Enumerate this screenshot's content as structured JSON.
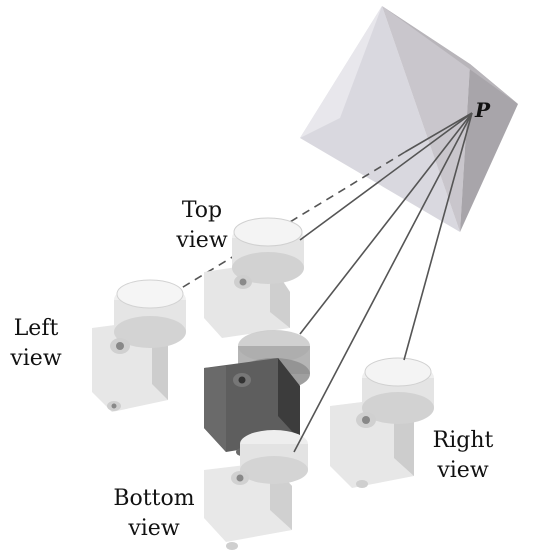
{
  "figure": {
    "point_label": "P",
    "labels": {
      "top": [
        "Top",
        "view"
      ],
      "left": [
        "Left",
        "view"
      ],
      "bottom": [
        "Bottom",
        "view"
      ],
      "right": [
        "Right",
        "view"
      ]
    }
  },
  "colors": {
    "pyramid_light": "#dcdce3",
    "pyramid_mid": "#c4c2c9",
    "pyramid_dark": "#a9a6ab",
    "part_light": "#ececec",
    "part_mid": "#d6d6d6",
    "part_dark": "#bdbdbd",
    "center_part_front": "#5f5f5f",
    "center_part_side": "#3d3d3d",
    "rays": "#555555"
  }
}
